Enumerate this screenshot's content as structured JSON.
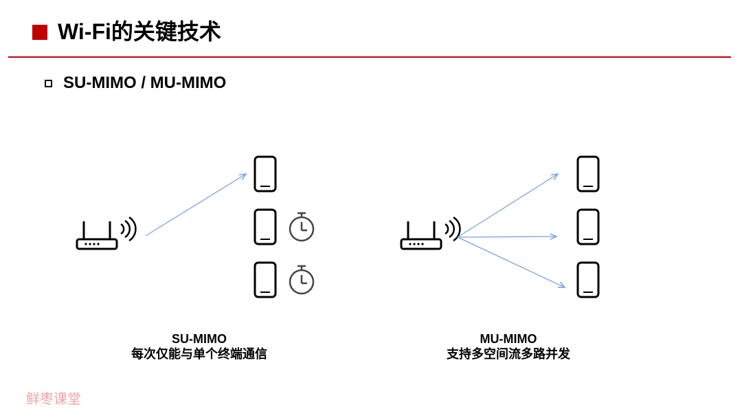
{
  "header": {
    "title": "Wi-Fi的关键技术",
    "accent_color": "#c00000"
  },
  "section": {
    "subtitle": "SU-MIMO / MU-MIMO"
  },
  "diagram_left": {
    "caption_title": "SU-MIMO",
    "caption_desc": "每次仅能与单个终端通信",
    "devices": [
      "router-icon",
      "phone-icon",
      "phone-icon",
      "phone-icon",
      "timer-icon",
      "timer-icon"
    ]
  },
  "diagram_right": {
    "caption_title": "MU-MIMO",
    "caption_desc": "支持多空间流多路并发",
    "devices": [
      "router-icon",
      "phone-icon",
      "phone-icon",
      "phone-icon"
    ]
  },
  "arrow_color": "#7aa3e0",
  "watermark": "鲜枣课堂"
}
